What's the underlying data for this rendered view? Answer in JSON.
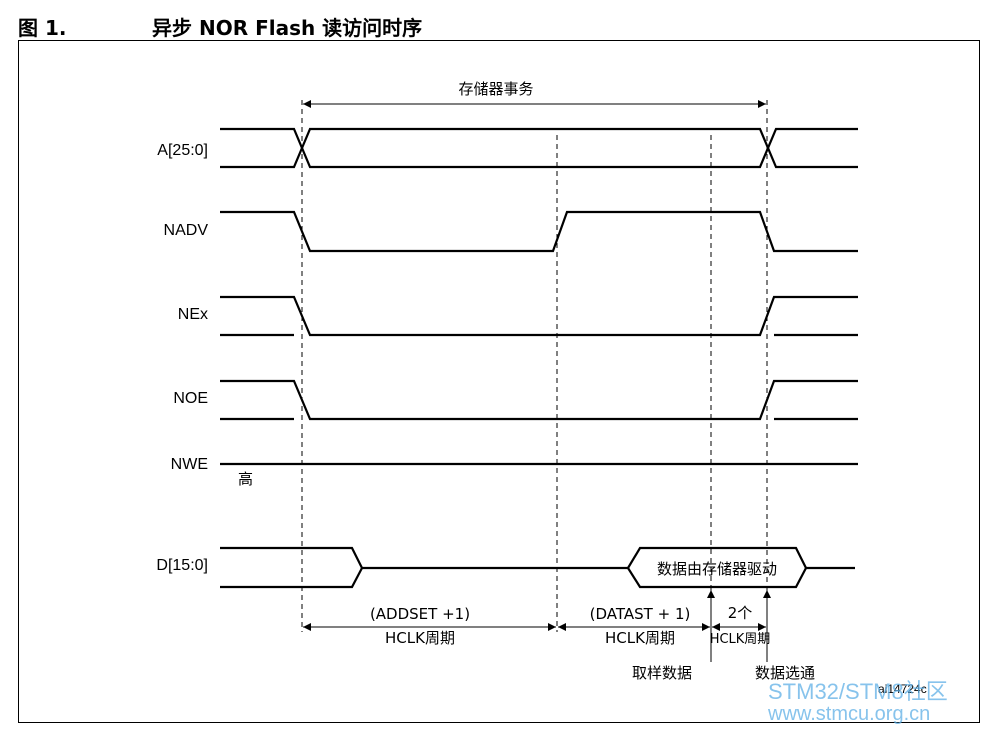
{
  "figure": {
    "number": "图 1.",
    "title": "异步 NOR Flash 读访问时序"
  },
  "signals": {
    "a": "A[25:0]",
    "nadv": "NADV",
    "nex": "NEx",
    "noe": "NOE",
    "nwe": "NWE",
    "d": "D[15:0]"
  },
  "notes": {
    "transaction": "存储器事务",
    "nwe_level": "高",
    "data_driven": "数据由存储器驱动",
    "addset": "(ADDSET +1)",
    "addset_unit": "HCLK周期",
    "datast": "(DATAST + 1)",
    "datast_unit": "HCLK周期",
    "two_cycles": "2个",
    "two_cycles_unit": "HCLK周期",
    "sample": "取样数据",
    "strobe": "数据选通"
  },
  "figure_id": "ai14724c",
  "watermark": {
    "line1": "STM32/STM8社区",
    "line2": "www.stmcu.org.cn"
  }
}
